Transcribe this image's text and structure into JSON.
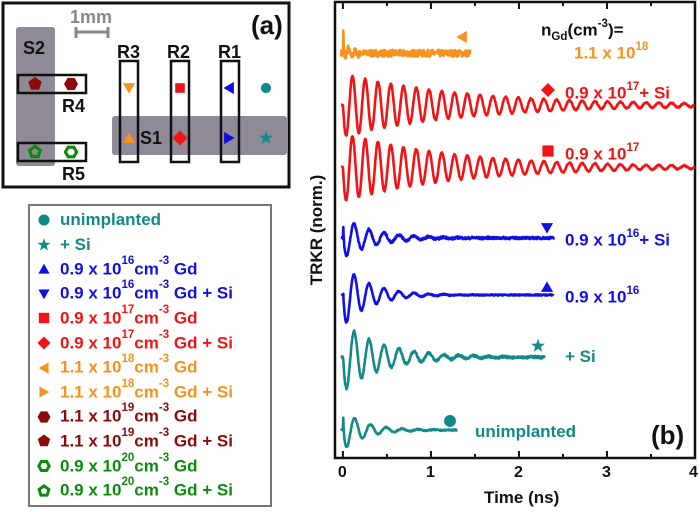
{
  "panel_a": {
    "label": "(a)",
    "scale_bar": "1mm",
    "regions": {
      "S1": "S1",
      "S2": "S2",
      "R1": "R1",
      "R2": "R2",
      "R3": "R3",
      "R4": "R4",
      "R5": "R5"
    }
  },
  "colors": {
    "teal": "#138a8a",
    "blue": "#1010e6",
    "red": "#f21414",
    "orange": "#f7921e",
    "darkred": "#8b0a0a",
    "green": "#0c8a0c"
  },
  "legend": [
    {
      "marker": "circle",
      "color": "teal",
      "parts": [
        {
          "t": "unimplanted"
        }
      ]
    },
    {
      "marker": "star",
      "color": "teal",
      "parts": [
        {
          "t": "+ Si"
        }
      ]
    },
    {
      "marker": "tri-up",
      "color": "blue",
      "parts": [
        {
          "t": "0.9 x 10"
        },
        {
          "t": "16",
          "sup": true
        },
        {
          "t": "cm"
        },
        {
          "t": "-3",
          "sup": true
        },
        {
          "t": " Gd"
        }
      ]
    },
    {
      "marker": "tri-down",
      "color": "blue",
      "parts": [
        {
          "t": "0.9 x 10"
        },
        {
          "t": "16",
          "sup": true
        },
        {
          "t": "cm"
        },
        {
          "t": "-3",
          "sup": true
        },
        {
          "t": " Gd + Si"
        }
      ]
    },
    {
      "marker": "square",
      "color": "red",
      "parts": [
        {
          "t": "0.9 x 10"
        },
        {
          "t": "17",
          "sup": true
        },
        {
          "t": "cm"
        },
        {
          "t": "-3",
          "sup": true
        },
        {
          "t": " Gd"
        }
      ]
    },
    {
      "marker": "diamond",
      "color": "red",
      "parts": [
        {
          "t": "0.9 x 10"
        },
        {
          "t": "17",
          "sup": true
        },
        {
          "t": "cm"
        },
        {
          "t": "-3",
          "sup": true
        },
        {
          "t": " Gd + Si"
        }
      ]
    },
    {
      "marker": "tri-left",
      "color": "orange",
      "parts": [
        {
          "t": "1.1 x 10"
        },
        {
          "t": "18",
          "sup": true
        },
        {
          "t": "cm"
        },
        {
          "t": "-3",
          "sup": true
        },
        {
          "t": " Gd"
        }
      ]
    },
    {
      "marker": "tri-right",
      "color": "orange",
      "parts": [
        {
          "t": "1.1 x 10"
        },
        {
          "t": "18",
          "sup": true
        },
        {
          "t": "cm"
        },
        {
          "t": "-3",
          "sup": true
        },
        {
          "t": " Gd + Si"
        }
      ]
    },
    {
      "marker": "hexagon",
      "color": "darkred",
      "parts": [
        {
          "t": "1.1 x 10"
        },
        {
          "t": "19",
          "sup": true
        },
        {
          "t": "cm"
        },
        {
          "t": "-3",
          "sup": true
        },
        {
          "t": " Gd"
        }
      ]
    },
    {
      "marker": "pentagon",
      "color": "darkred",
      "parts": [
        {
          "t": "1.1 x 10"
        },
        {
          "t": "19",
          "sup": true
        },
        {
          "t": "cm"
        },
        {
          "t": "-3",
          "sup": true
        },
        {
          "t": " Gd + Si"
        }
      ]
    },
    {
      "marker": "hexagon-open",
      "color": "green",
      "parts": [
        {
          "t": "0.9 x 10"
        },
        {
          "t": "20",
          "sup": true
        },
        {
          "t": "cm"
        },
        {
          "t": "-3",
          "sup": true
        },
        {
          "t": " Gd"
        }
      ]
    },
    {
      "marker": "pentagon-open",
      "color": "green",
      "parts": [
        {
          "t": "0.9 x 10"
        },
        {
          "t": "20",
          "sup": true
        },
        {
          "t": "cm"
        },
        {
          "t": "-3",
          "sup": true
        },
        {
          "t": " Gd + Si"
        }
      ]
    }
  ],
  "chart_data": {
    "type": "line",
    "panel_label": "(b)",
    "xlabel": "Time (ns)",
    "ylabel": "TRKR (norm.)",
    "xlim": [
      -0.09,
      4
    ],
    "xticks": [
      "0",
      "1",
      "2",
      "3",
      "4"
    ],
    "ylim": [
      0,
      8
    ],
    "header": {
      "t": "n",
      "sub": "Gd",
      "rest": "(cm",
      "sup": "-3",
      "end": ")="
    },
    "series": [
      {
        "label": [
          {
            "t": "1.1 x 10"
          },
          {
            "t": "18",
            "sup": true
          }
        ],
        "marker": "tri-left",
        "color": "orange",
        "offset": 7.1,
        "amplitude": 0.15,
        "period_ns": 0.08,
        "decay_ns": 0.1,
        "t_end": 1.45,
        "noise": 0.06,
        "spike": 0.9
      },
      {
        "label": [
          {
            "t": "0.9 x 10"
          },
          {
            "t": "17",
            "sup": true
          },
          {
            "t": "+ Si"
          }
        ],
        "marker": "diamond",
        "color": "red",
        "offset": 6.19,
        "amplitude": 0.55,
        "period_ns": 0.145,
        "decay_ns": 1.4,
        "t_end": 4,
        "noise": 0.01,
        "spike": 0
      },
      {
        "label": [
          {
            "t": "0.9 x 10"
          },
          {
            "t": "17",
            "sup": true
          }
        ],
        "marker": "square",
        "color": "red",
        "offset": 5.1,
        "amplitude": 0.6,
        "period_ns": 0.145,
        "decay_ns": 1.3,
        "t_end": 4,
        "noise": 0.01,
        "spike": 0
      },
      {
        "label": [
          {
            "t": "0.9 x 10"
          },
          {
            "t": "16",
            "sup": true
          },
          {
            "t": "+ Si"
          }
        ],
        "marker": "tri-down",
        "color": "blue",
        "offset": 3.86,
        "amplitude": 0.35,
        "period_ns": 0.17,
        "decay_ns": 0.35,
        "t_end": 2.4,
        "noise": 0.02,
        "spike": 0.5
      },
      {
        "label": [
          {
            "t": "0.9 x 10"
          },
          {
            "t": "16",
            "sup": true
          }
        ],
        "marker": "tri-up",
        "color": "blue",
        "offset": 2.86,
        "amplitude": 0.55,
        "period_ns": 0.17,
        "decay_ns": 0.3,
        "t_end": 2.4,
        "noise": 0.01,
        "spike": 0.2
      },
      {
        "label": [
          {
            "t": "+ Si"
          }
        ],
        "marker": "star",
        "color": "teal",
        "offset": 1.77,
        "amplitude": 0.6,
        "period_ns": 0.17,
        "decay_ns": 0.45,
        "t_end": 2.3,
        "noise": 0.02,
        "spike": 0.1
      },
      {
        "label": [
          {
            "t": "unimplanted"
          }
        ],
        "marker": "circle",
        "color": "teal",
        "offset": 0.49,
        "amplitude": 0.35,
        "period_ns": 0.18,
        "decay_ns": 0.25,
        "t_end": 1.3,
        "noise": 0.01,
        "spike": 0.5
      }
    ]
  }
}
